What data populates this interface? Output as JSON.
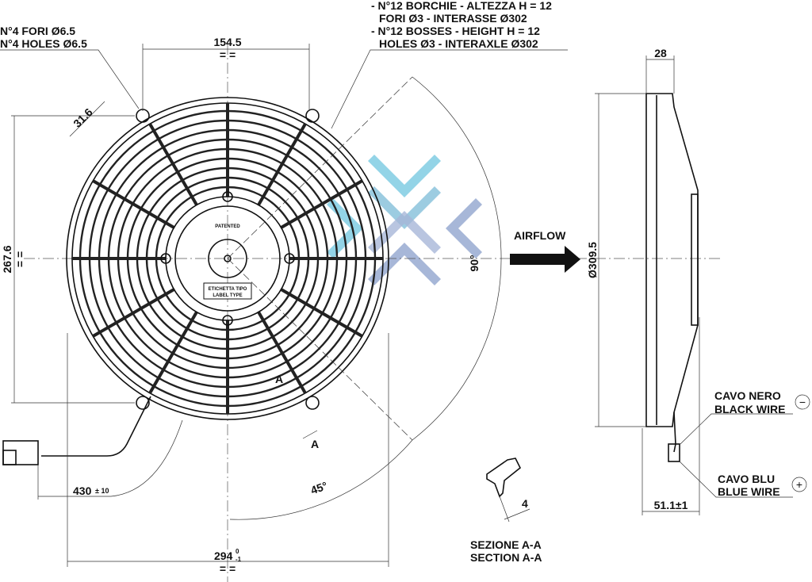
{
  "notes": {
    "holes_it": "N°4 FORI Ø6.5",
    "holes_en": "N°4 HOLES Ø6.5",
    "bosses_it_1": "- N°12 BORCHIE - ALTEZZA H = 12",
    "bosses_it_2": "FORI Ø3 - INTERASSE Ø302",
    "bosses_en_1": "- N°12 BOSSES - HEIGHT H = 12",
    "bosses_en_2": "HOLES Ø3 - INTERAXLE Ø302"
  },
  "dimensions": {
    "top_width": "154.5",
    "height": "267.6",
    "diag": "31.6",
    "equal": "= =",
    "bottom_width": "294",
    "bottom_tol_upper": "0",
    "bottom_tol_lower": "-1",
    "cable": "430",
    "cable_tol": "± 10",
    "angle_90": "90°",
    "angle_45": "45°",
    "depth": "28",
    "diameter": "Ø309.5",
    "overall_depth": "51.1±1",
    "section_thickness": "4"
  },
  "labels": {
    "section_marker": "A",
    "airflow": "AIRFLOW",
    "patented": "PATENTED",
    "label_type_it": "ETICHETTA TIPO",
    "label_type_en": "LABEL TYPE",
    "black_wire_it": "CAVO NERO",
    "black_wire_en": "BLACK WIRE",
    "blue_wire_it": "CAVO BLU",
    "blue_wire_en": "BLUE WIRE",
    "minus": "−",
    "plus": "+",
    "section_it": "SEZIONE A-A",
    "section_en": "SECTION A-A"
  },
  "colors": {
    "watermark_light": "#6fc6df",
    "watermark_dark": "#8a9fcb"
  }
}
